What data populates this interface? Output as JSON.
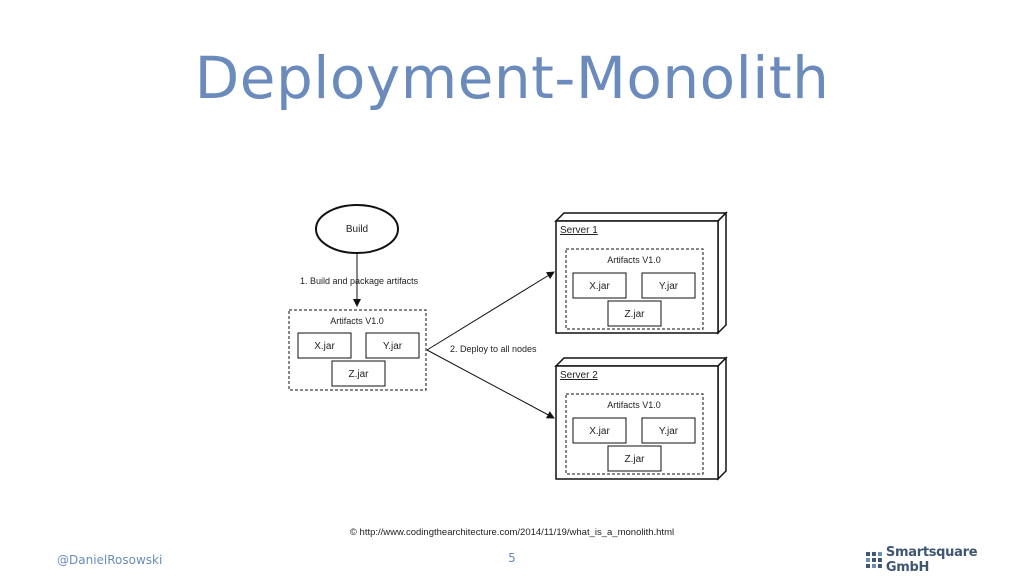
{
  "slide": {
    "title": "Deployment-Monolith",
    "source": "© http://www.codingthearchitecture.com/2014/11/19/what_is_a_monolith.html",
    "footer_author": "@DanielRosowski",
    "page_number": "5",
    "brand": "Smartsquare GmbH",
    "brand_icon": "smartsquare-logo-icon",
    "accent_color": "#6a8bbb"
  },
  "diagram": {
    "build_label": "Build",
    "step1_label": "1. Build and package artifacts",
    "step2_label": "2. Deploy to all nodes",
    "artifacts_label": "Artifacts V1.0",
    "jars": [
      "X.jar",
      "Y.jar",
      "Z.jar"
    ],
    "servers": [
      {
        "name": "Server 1",
        "artifacts_label": "Artifacts V1.0",
        "jars": [
          "X.jar",
          "Y.jar",
          "Z.jar"
        ]
      },
      {
        "name": "Server 2",
        "artifacts_label": "Artifacts V1.0",
        "jars": [
          "X.jar",
          "Y.jar",
          "Z.jar"
        ]
      }
    ]
  }
}
